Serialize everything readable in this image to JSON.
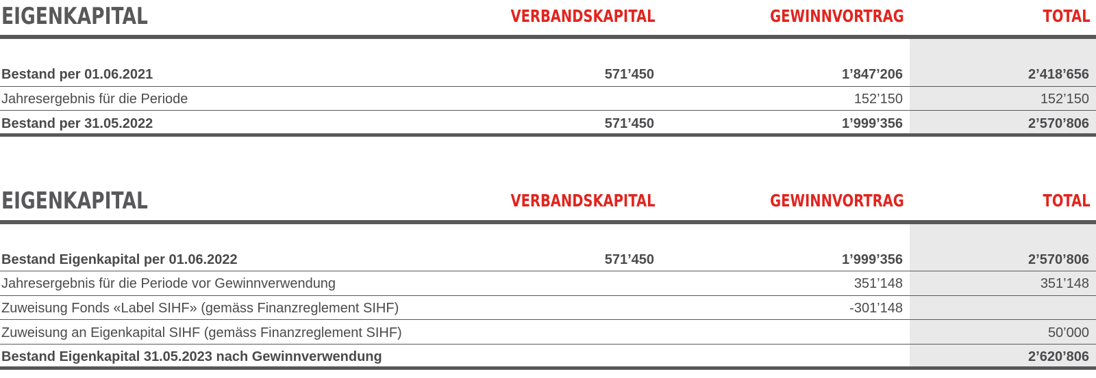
{
  "tables": [
    {
      "header": {
        "title": "EIGENKAPITAL",
        "col1": "VERBANDSKAPITAL",
        "col2": "GEWINNVORTRAG",
        "col3": "TOTAL"
      },
      "rows": [
        {
          "label": "Bestand per 01.06.2021",
          "c1": "571’450",
          "c2": "1’847’206",
          "c3": "2’418’656",
          "bold": true
        },
        {
          "label": "Jahresergebnis für die Periode",
          "c1": "",
          "c2": "152’150",
          "c3": "152’150",
          "bold": false
        },
        {
          "label": "Bestand per 31.05.2022",
          "c1": "571’450",
          "c2": "1’999’356",
          "c3": "2’570’806",
          "bold": true
        }
      ]
    },
    {
      "header": {
        "title": "EIGENKAPITAL",
        "col1": "VERBANDSKAPITAL",
        "col2": "GEWINNVORTRAG",
        "col3": "TOTAL"
      },
      "rows": [
        {
          "label": "Bestand Eigenkapital per 01.06.2022",
          "c1": "571’450",
          "c2": "1’999’356",
          "c3": "2’570’806",
          "bold": true
        },
        {
          "label": "Jahresergebnis für die Periode vor Gewinnverwendung",
          "c1": "",
          "c2": "351’148",
          "c3": "351’148",
          "bold": false
        },
        {
          "label": "Zuweisung Fonds «Label SIHF» (gemäss Finanzreglement SIHF)",
          "c1": "",
          "c2": "-301’148",
          "c3": "",
          "bold": false
        },
        {
          "label": "Zuweisung an Eigenkapital SIHF (gemäss Finanzreglement SIHF)",
          "c1": "",
          "c2": "",
          "c3": "50’000",
          "bold": false
        },
        {
          "label": "Bestand Eigenkapital 31.05.2023 nach Gewinnverwendung",
          "c1": "",
          "c2": "",
          "c3": "2’620’806",
          "bold": true
        }
      ]
    }
  ],
  "colors": {
    "header_title": "#58585a",
    "header_columns": "#e1241e",
    "rules": "#58585a",
    "total_shading": "#e9e9ea",
    "text": "#4a4a4c"
  }
}
